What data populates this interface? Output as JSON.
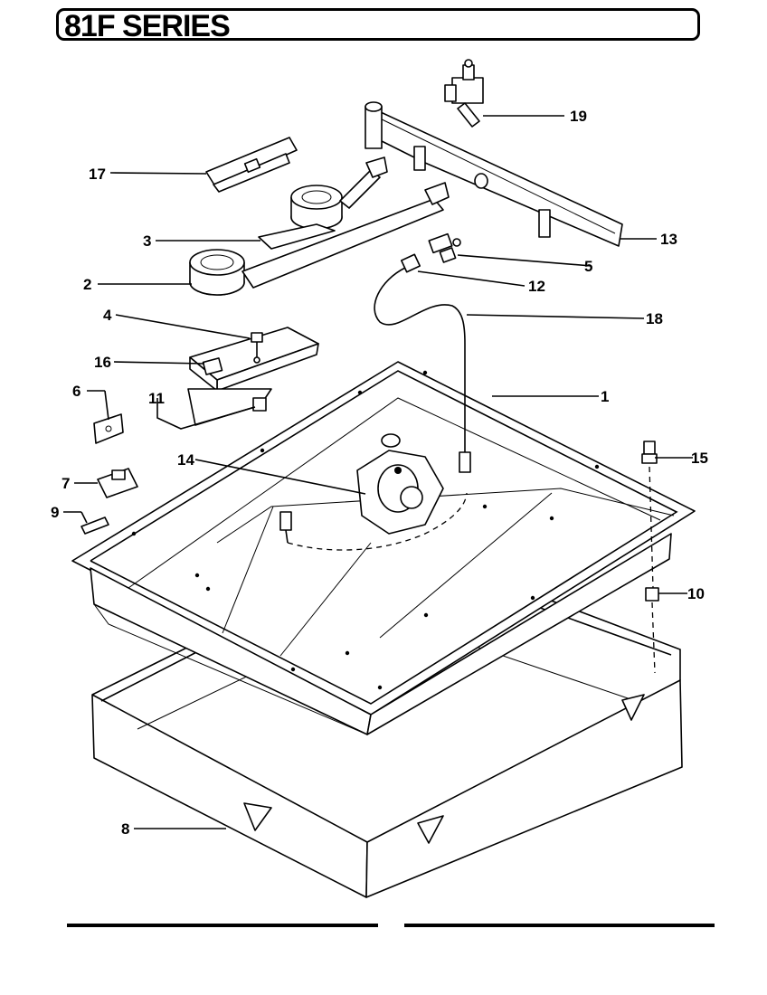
{
  "title": "81F SERIES",
  "callouts": [
    {
      "id": "c17",
      "text": "17"
    },
    {
      "id": "c19",
      "text": "19"
    },
    {
      "id": "c3",
      "text": "3"
    },
    {
      "id": "c13",
      "text": "13"
    },
    {
      "id": "c2",
      "text": "2"
    },
    {
      "id": "c5",
      "text": "5"
    },
    {
      "id": "c12",
      "text": "12"
    },
    {
      "id": "c4",
      "text": "4"
    },
    {
      "id": "c18",
      "text": "18"
    },
    {
      "id": "c16",
      "text": "16"
    },
    {
      "id": "c6",
      "text": "6"
    },
    {
      "id": "c1",
      "text": "1"
    },
    {
      "id": "c11",
      "text": "11"
    },
    {
      "id": "c14",
      "text": "14"
    },
    {
      "id": "c15",
      "text": "15"
    },
    {
      "id": "c7",
      "text": "7"
    },
    {
      "id": "c9",
      "text": "9"
    },
    {
      "id": "c10",
      "text": "10"
    },
    {
      "id": "c8",
      "text": "8"
    }
  ]
}
